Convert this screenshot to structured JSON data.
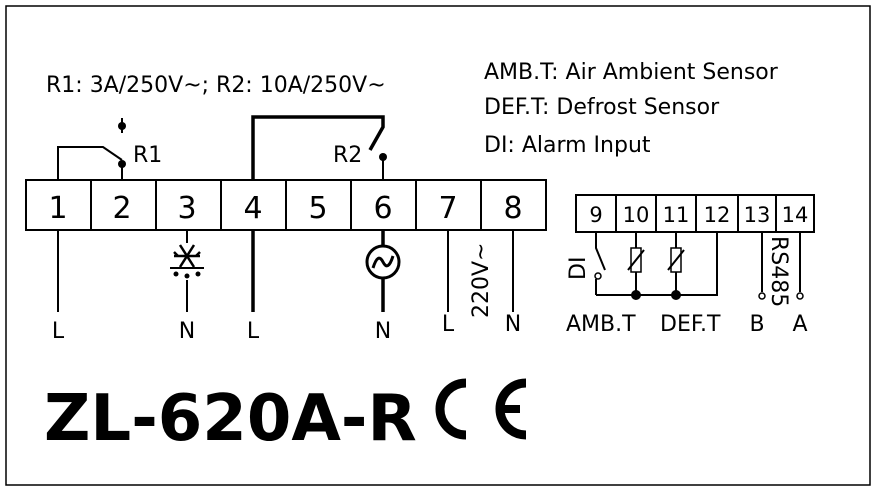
{
  "relay_rating": "R1: 3A/250V~; R2: 10A/250V~",
  "legend": [
    "AMB.T: Air Ambient Sensor",
    "DEF.T: Defrost Sensor",
    "DI: Alarm Input"
  ],
  "relay_labels": {
    "r1": "R1",
    "r2": "R2"
  },
  "main_terminals": [
    "1",
    "2",
    "3",
    "4",
    "5",
    "6",
    "7",
    "8"
  ],
  "aux_terminals": [
    "9",
    "10",
    "11",
    "12",
    "13",
    "14"
  ],
  "wire_labels": {
    "t1": "L",
    "t3": "N",
    "t4": "L",
    "t6": "N",
    "t7": "L",
    "t8": "N",
    "supply": "220V~"
  },
  "sensor_labels": {
    "di": "DI",
    "amb": "AMB.T",
    "def": "DEF.T",
    "b": "B",
    "a": "A",
    "rs485": "RS485"
  },
  "model": "ZL-620A-R",
  "ce_mark": "CE",
  "icons": {
    "defrost_heater": "snowflake-heater-icon",
    "compressor": "compressor-icon",
    "ce": "ce-mark-icon"
  }
}
